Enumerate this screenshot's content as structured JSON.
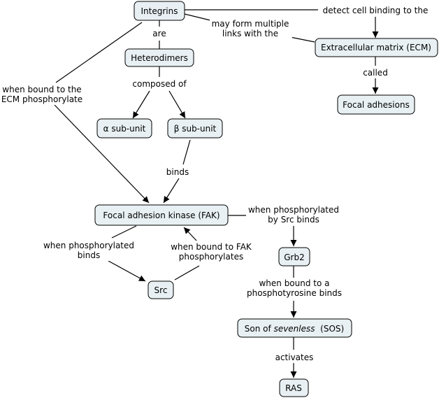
{
  "nodes": {
    "integrins": "Integrins",
    "heterodimers": "Heterodimers",
    "ecm": "Extracellular matrix (ECM)",
    "focal_adhesions": "Focal adhesions",
    "alpha_subunit": "α sub-unit",
    "beta_subunit": "β sub-unit",
    "fak": "Focal adhesion kinase (FAK)",
    "src": "Src",
    "grb2": "Grb2",
    "sos_prefix": "Son of ",
    "sos_italic": "sevenless",
    "sos_suffix": "  (SOS)",
    "ras": "RAS"
  },
  "links": {
    "are": "are",
    "composed_of": "composed of",
    "may_form_1": "may form multiple",
    "may_form_2": "links with the",
    "detect": "detect cell binding to the",
    "called": "called",
    "when_bound_ecm_1": "when bound to the",
    "when_bound_ecm_2": "ECM phosphorylate",
    "binds": "binds",
    "phos_src_1": "when phosphorylated",
    "phos_src_2": "by Src binds",
    "phos_binds_1": "when phosphorylated",
    "phos_binds_2": "binds",
    "bound_fak_1": "when bound to FAK",
    "bound_fak_2": "phosphorylates",
    "bound_phos_1": "when bound to a",
    "bound_phos_2": "phosphotyrosine binds",
    "activates": "activates"
  }
}
